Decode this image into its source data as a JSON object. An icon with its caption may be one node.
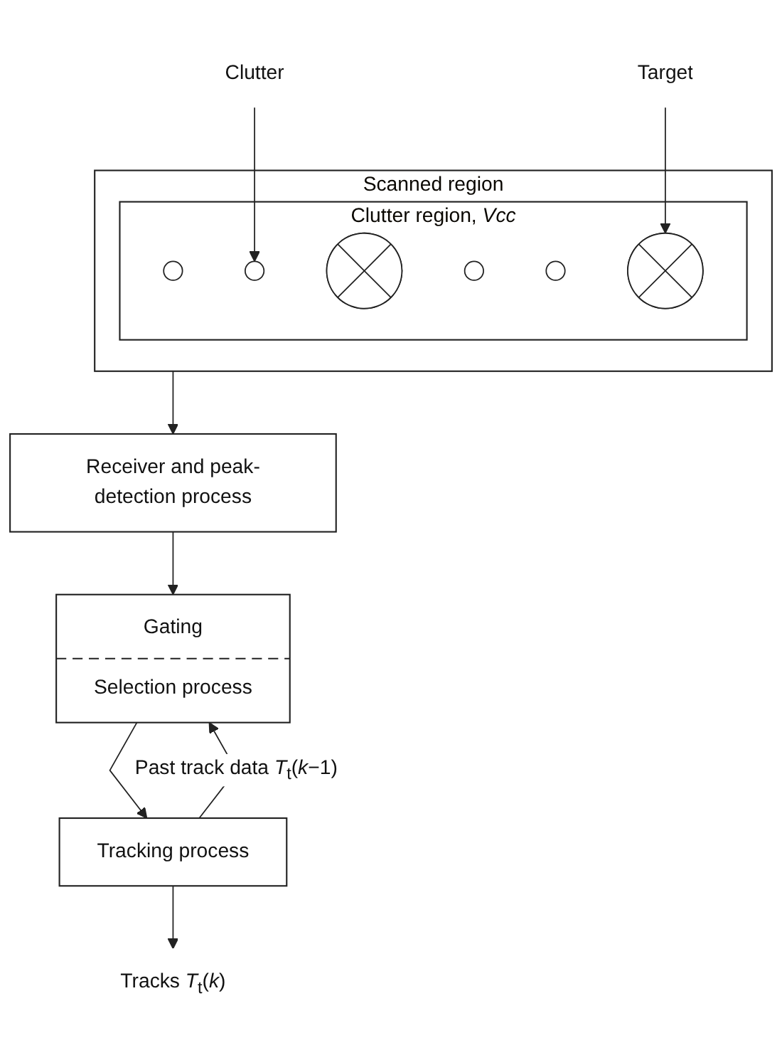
{
  "diagram": {
    "nodes": [
      {
        "text": [
          "Scanned region"
        ]
      },
      {
        "text": [
          "Clutter region, *Vcc*"
        ],
        "in": 0
      },
      {
        "text": [],
        "shape": "circle",
        "in": 1
      },
      {
        "text": [],
        "shape": "circle",
        "in": 1
      },
      {
        "text": [],
        "shape": "star",
        "in": 1
      },
      {
        "text": [],
        "shape": "circle",
        "in": 1
      },
      {
        "text": [],
        "shape": "circle",
        "in": 1
      },
      {
        "text": [],
        "shape": "star",
        "in": 1
      },
      {
        "text": [
          "Clutter"
        ]
      },
      {
        "text": [
          "Target"
        ]
      },
      {
        "text": [
          "Receiver and peak-detection process"
        ]
      },
      {
        "text": [
          "Gating",
          "Selection process"
        ]
      },
      {
        "text": [
          "Tracking process"
        ]
      },
      {
        "text": [
          "Tracks *T*$_{t}$(*k*)"
        ]
      }
    ],
    "edges": [
      {
        "from": 8,
        "to": 3,
        "arrow": "to"
      },
      {
        "from": 9,
        "to": 7,
        "arrow": "to"
      },
      {
        "from": 0,
        "to": 10,
        "arrow": "to"
      },
      {
        "from": 10,
        "to": 11,
        "arrow": "to"
      },
      {
        "from": 11,
        "to": 12,
        "arrow": "to"
      },
      {
        "from": 12,
        "to": 11,
        "arrow": "to",
        "label": "Past track data *T*$_{t}$(*k*−1)"
      },
      {
        "from": 12,
        "to": 13,
        "arrow": "to"
      }
    ]
  }
}
